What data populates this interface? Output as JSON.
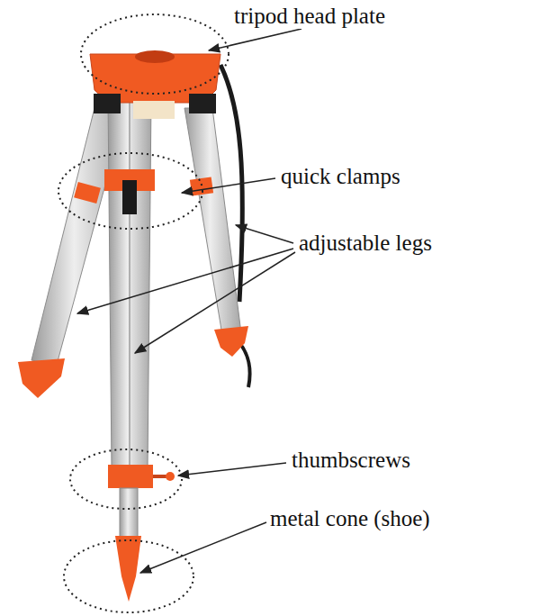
{
  "diagram": {
    "labels": [
      "tripod head plate",
      "quick clamps",
      "adjustable legs",
      "thumbscrews",
      "metal cone (shoe)"
    ]
  }
}
